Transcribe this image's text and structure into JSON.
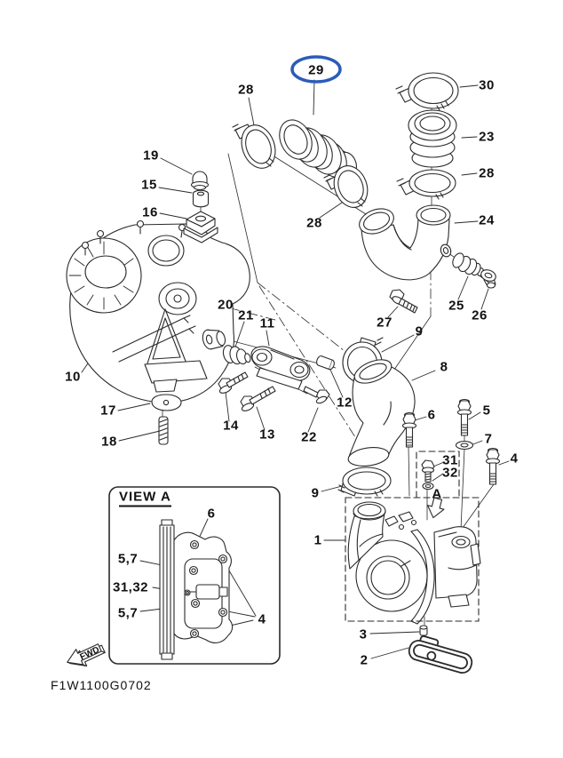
{
  "diagram": {
    "code": "F1W1100G0702",
    "view_inset_title": "VIEW A",
    "fwd_label": "FWD",
    "highlighted_part": "29",
    "highlight_color": "#2b5cb8",
    "line_color": "#2a2a2a"
  },
  "callouts": {
    "c28_top_left": "28",
    "c29": "29",
    "c30": "30",
    "c23": "23",
    "c28_right": "28",
    "c24": "24",
    "c28_bottom": "28",
    "c19": "19",
    "c15": "15",
    "c16": "16",
    "c10": "10",
    "c17": "17",
    "c18": "18",
    "c20": "20",
    "c21": "21",
    "c11": "11",
    "c12": "12",
    "c14": "14",
    "c13": "13",
    "c22": "22",
    "c27": "27",
    "c9_upper": "9",
    "c8": "8",
    "c25": "25",
    "c26": "26",
    "c6": "6",
    "c5": "5",
    "c7": "7",
    "c4": "4",
    "c31": "31",
    "c32": "32",
    "cA": "A",
    "c9_lower": "9",
    "c1": "1",
    "c3": "3",
    "c2": "2"
  },
  "view_inset": {
    "c6": "6",
    "c57_upper": "5,7",
    "c3132": "31,32",
    "c57_lower": "5,7",
    "c4": "4"
  }
}
